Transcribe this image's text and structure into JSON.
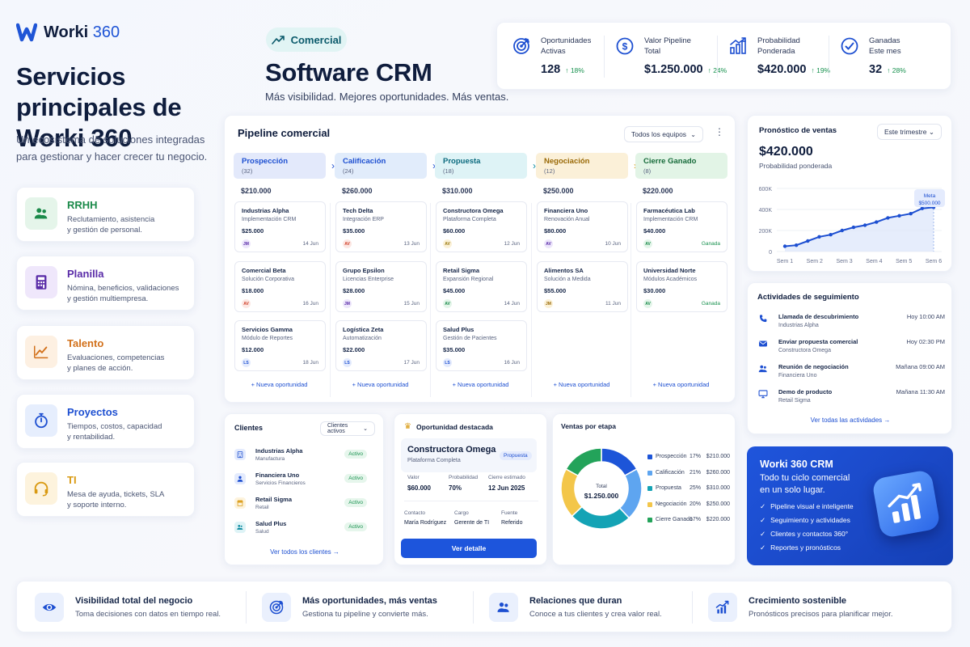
{
  "brand": {
    "name_bold": "Worki",
    "name_light": "360"
  },
  "left": {
    "title": "Servicios principales de Worki 360",
    "intro": "Un ecosistema de soluciones integradas para gestionar y hacer crecer tu negocio.",
    "services": [
      {
        "title": "RRHH",
        "desc1": "Reclutamiento, asistencia",
        "desc2": "y gestión de personal.",
        "color": "#1b8a4a",
        "bg": "#e5f5ea",
        "icon": "people-icon"
      },
      {
        "title": "Planilla",
        "desc1": "Nómina, beneficios, validaciones",
        "desc2": "y gestión multiempresa.",
        "color": "#5a2ca8",
        "bg": "#efe7fb",
        "icon": "calculator-icon"
      },
      {
        "title": "Talento",
        "desc1": "Evaluaciones, competencias",
        "desc2": "y planes de acción.",
        "color": "#d2701a",
        "bg": "#fdf0e2",
        "icon": "chart-line-icon"
      },
      {
        "title": "Proyectos",
        "desc1": "Tiempos, costos, capacidad",
        "desc2": "y rentabilidad.",
        "color": "#1d4fd1",
        "bg": "#e6eefd",
        "icon": "stopwatch-icon"
      },
      {
        "title": "TI",
        "desc1": "Mesa de ayuda, tickets, SLA",
        "desc2": "y soporte interno.",
        "color": "#d99a12",
        "bg": "#fdf3dd",
        "icon": "headset-icon"
      }
    ]
  },
  "header": {
    "badge": "Comercial",
    "title": "Software CRM",
    "subtitle": "Más visibilidad. Mejores oportunidades. Más ventas."
  },
  "kpis": [
    {
      "label1": "Oportunidades",
      "label2": "Activas",
      "value": "128",
      "delta": "↑ 18%",
      "icon": "target-icon"
    },
    {
      "label1": "Valor Pipeline",
      "label2": "Total",
      "value": "$1.250.000",
      "delta": "↑ 24%",
      "icon": "dollar-icon"
    },
    {
      "label1": "Probabilidad",
      "label2": "Ponderada",
      "value": "$420.000",
      "delta": "↑ 19%",
      "icon": "bar-chart-icon"
    },
    {
      "label1": "Ganadas",
      "label2": "Este mes",
      "value": "32",
      "delta": "↑ 28%",
      "icon": "check-circle-icon"
    }
  ],
  "pipeline": {
    "title": "Pipeline comercial",
    "filter": "Todos los equipos",
    "new_label": "+ Nueva oportunidad",
    "stages": [
      {
        "name": "Prospección",
        "count": "(32)",
        "total": "$210.000",
        "bg": "#e3e9fb",
        "color": "#1d4fd1",
        "arrow": "#1d4fd1",
        "deals": [
          {
            "name": "Industrias Alpha",
            "desc": "Implementación CRM",
            "amount": "$25.000",
            "av": "JM",
            "avc": "#5a2ca8",
            "avb": "#ede6fb",
            "date": "14 Jun"
          },
          {
            "name": "Comercial Beta",
            "desc": "Solución Corporativa",
            "amount": "$18.000",
            "av": "AV",
            "avc": "#d0402a",
            "avb": "#fce7e3",
            "date": "16 Jun"
          },
          {
            "name": "Servicios Gamma",
            "desc": "Módulo de Reportes",
            "amount": "$12.000",
            "av": "LS",
            "avc": "#1d4fd1",
            "avb": "#e4ebfd",
            "date": "18 Jun"
          }
        ]
      },
      {
        "name": "Calificación",
        "count": "(24)",
        "total": "$260.000",
        "bg": "#e1ecfb",
        "color": "#1d4fd1",
        "arrow": "#1d4fd1",
        "deals": [
          {
            "name": "Tech Delta",
            "desc": "Integración ERP",
            "amount": "$35.000",
            "av": "AV",
            "avc": "#d0402a",
            "avb": "#fce7e3",
            "date": "13 Jun"
          },
          {
            "name": "Grupo Epsilon",
            "desc": "Licencias Enterprise",
            "amount": "$28.000",
            "av": "JM",
            "avc": "#5a2ca8",
            "avb": "#ede6fb",
            "date": "15 Jun"
          },
          {
            "name": "Logística Zeta",
            "desc": "Automatización",
            "amount": "$22.000",
            "av": "LS",
            "avc": "#1d4fd1",
            "avb": "#e4ebfd",
            "date": "17 Jun"
          }
        ]
      },
      {
        "name": "Propuesta",
        "count": "(18)",
        "total": "$310.000",
        "bg": "#def3f6",
        "color": "#0b6a7e",
        "arrow": "#0b8aa0",
        "deals": [
          {
            "name": "Constructora Omega",
            "desc": "Plataforma Completa",
            "amount": "$60.000",
            "av": "AV",
            "avc": "#9a7a10",
            "avb": "#fbf1d7",
            "date": "12 Jun"
          },
          {
            "name": "Retail Sigma",
            "desc": "Expansión Regional",
            "amount": "$45.000",
            "av": "AV",
            "avc": "#1a8a4a",
            "avb": "#e3f5e9",
            "date": "14 Jun"
          },
          {
            "name": "Salud Plus",
            "desc": "Gestión de Pacientes",
            "amount": "$35.000",
            "av": "LS",
            "avc": "#1d4fd1",
            "avb": "#e4ebfd",
            "date": "16 Jun"
          }
        ]
      },
      {
        "name": "Negociación",
        "count": "(12)",
        "total": "$250.000",
        "bg": "#fbf0d8",
        "color": "#9a6a08",
        "arrow": "#d99a12",
        "deals": [
          {
            "name": "Financiera Uno",
            "desc": "Renovación Anual",
            "amount": "$80.000",
            "av": "AV",
            "avc": "#5a2ca8",
            "avb": "#ede6fb",
            "date": "10 Jun"
          },
          {
            "name": "Alimentos SA",
            "desc": "Solución a Medida",
            "amount": "$55.000",
            "av": "JM",
            "avc": "#9a6a08",
            "avb": "#fbf1d7",
            "date": "11 Jun"
          }
        ]
      },
      {
        "name": "Cierre Ganado",
        "count": "(8)",
        "total": "$220.000",
        "bg": "#e2f4e6",
        "color": "#166b3a",
        "arrow": "",
        "deals": [
          {
            "name": "Farmacéutica Lab",
            "desc": "Implementación CRM",
            "amount": "$40.000",
            "av": "AV",
            "avc": "#1a8a4a",
            "avb": "#e3f5e9",
            "date": "Ganada"
          },
          {
            "name": "Universidad Norte",
            "desc": "Módulos Académicos",
            "amount": "$30.000",
            "av": "AV",
            "avc": "#1a8a4a",
            "avb": "#e3f5e9",
            "date": "Ganada"
          }
        ]
      }
    ]
  },
  "forecast": {
    "title": "Pronóstico de ventas",
    "period": "Este trimestre",
    "value": "$420.000",
    "label": "Probabilidad ponderada",
    "goal_label": "Meta",
    "goal_value": "$500.000",
    "chart_data": {
      "type": "line",
      "x": [
        "Sem 1",
        "Sem 2",
        "Sem 3",
        "Sem 4",
        "Sem 5",
        "Sem 6"
      ],
      "y": [
        50000,
        60000,
        100000,
        140000,
        160000,
        200000,
        230000,
        250000,
        280000,
        320000,
        340000,
        360000,
        410000,
        420000
      ],
      "yticks": [
        "0",
        "200K",
        "400K",
        "600K"
      ],
      "ylim": [
        0,
        600000
      ],
      "goal": 500000
    }
  },
  "activities": {
    "title": "Actividades de seguimiento",
    "link": "Ver todas las actividades →",
    "items": [
      {
        "name": "Llamada de descubrimiento",
        "sub": "Industrias Alpha",
        "time": "Hoy 10:00 AM",
        "icon": "phone-icon"
      },
      {
        "name": "Enviar propuesta comercial",
        "sub": "Constructora Omega",
        "time": "Hoy 02:30 PM",
        "icon": "mail-icon"
      },
      {
        "name": "Reunión de negociación",
        "sub": "Financiera Uno",
        "time": "Mañana 09:00 AM",
        "icon": "people-icon"
      },
      {
        "name": "Demo de producto",
        "sub": "Retail Sigma",
        "time": "Mañana 11:30 AM",
        "icon": "monitor-icon"
      }
    ]
  },
  "clients": {
    "title": "Clientes",
    "filter": "Clientes activos",
    "link": "Ver todos los clientes →",
    "items": [
      {
        "name": "Industrias Alpha",
        "sub": "Manufactura",
        "status": "Activo",
        "color": "#1d4fd1",
        "bg": "#e4ebfd"
      },
      {
        "name": "Financiera Uno",
        "sub": "Servicios Financieros",
        "status": "Activo",
        "color": "#1d4fd1",
        "bg": "#e4ebfd"
      },
      {
        "name": "Retail Sigma",
        "sub": "Retail",
        "status": "Activo",
        "color": "#d99a12",
        "bg": "#fdf3dd"
      },
      {
        "name": "Salud Plus",
        "sub": "Salud",
        "status": "Activo",
        "color": "#0b8aa0",
        "bg": "#def3f6"
      }
    ]
  },
  "featured": {
    "title": "Oportunidad destacada",
    "company": "Constructora Omega",
    "product": "Plataforma Completa",
    "badge": "Propuesta",
    "f1_l": "Valor",
    "f1_v": "$60.000",
    "f2_l": "Probabilidad",
    "f2_v": "70%",
    "f3_l": "Cierre estimado",
    "f3_v": "12 Jun 2025",
    "g1_l": "Contacto",
    "g1_v": "María Rodríguez",
    "g2_l": "Cargo",
    "g2_v": "Gerente de TI",
    "g3_l": "Fuente",
    "g3_v": "Referido",
    "button": "Ver detalle"
  },
  "ventas": {
    "title": "Ventas por etapa",
    "center_label": "Total",
    "center_value": "$1.250.000",
    "chart_data": {
      "type": "pie",
      "labels": [
        "Prospección",
        "Calificación",
        "Propuesta",
        "Negociación",
        "Cierre Ganado"
      ],
      "pct": [
        17,
        21,
        25,
        20,
        17
      ],
      "pct_labels": [
        "17%",
        "21%",
        "25%",
        "20%",
        "17%"
      ],
      "values": [
        "$210.000",
        "$260.000",
        "$310.000",
        "$250.000",
        "$220.000"
      ],
      "colors": [
        "#1d55d8",
        "#5ea5f0",
        "#14a3b5",
        "#f3c64a",
        "#23a35a"
      ]
    }
  },
  "promo": {
    "title": "Worki 360 CRM",
    "sub1": "Todo tu ciclo comercial",
    "sub2": "en un solo lugar.",
    "items": [
      "Pipeline visual e inteligente",
      "Seguimiento y actividades",
      "Clientes y contactos 360°",
      "Reportes y pronósticos"
    ]
  },
  "benefits": [
    {
      "title": "Visibilidad total del negocio",
      "desc": "Toma decisiones con datos en tiempo real.",
      "icon": "eye-icon"
    },
    {
      "title": "Más oportunidades, más ventas",
      "desc": "Gestiona tu pipeline y convierte más.",
      "icon": "target-icon"
    },
    {
      "title": "Relaciones que duran",
      "desc": "Conoce a tus clientes y crea valor real.",
      "icon": "people-icon"
    },
    {
      "title": "Crecimiento sostenible",
      "desc": "Pronósticos precisos para planificar mejor.",
      "icon": "growth-icon"
    }
  ]
}
